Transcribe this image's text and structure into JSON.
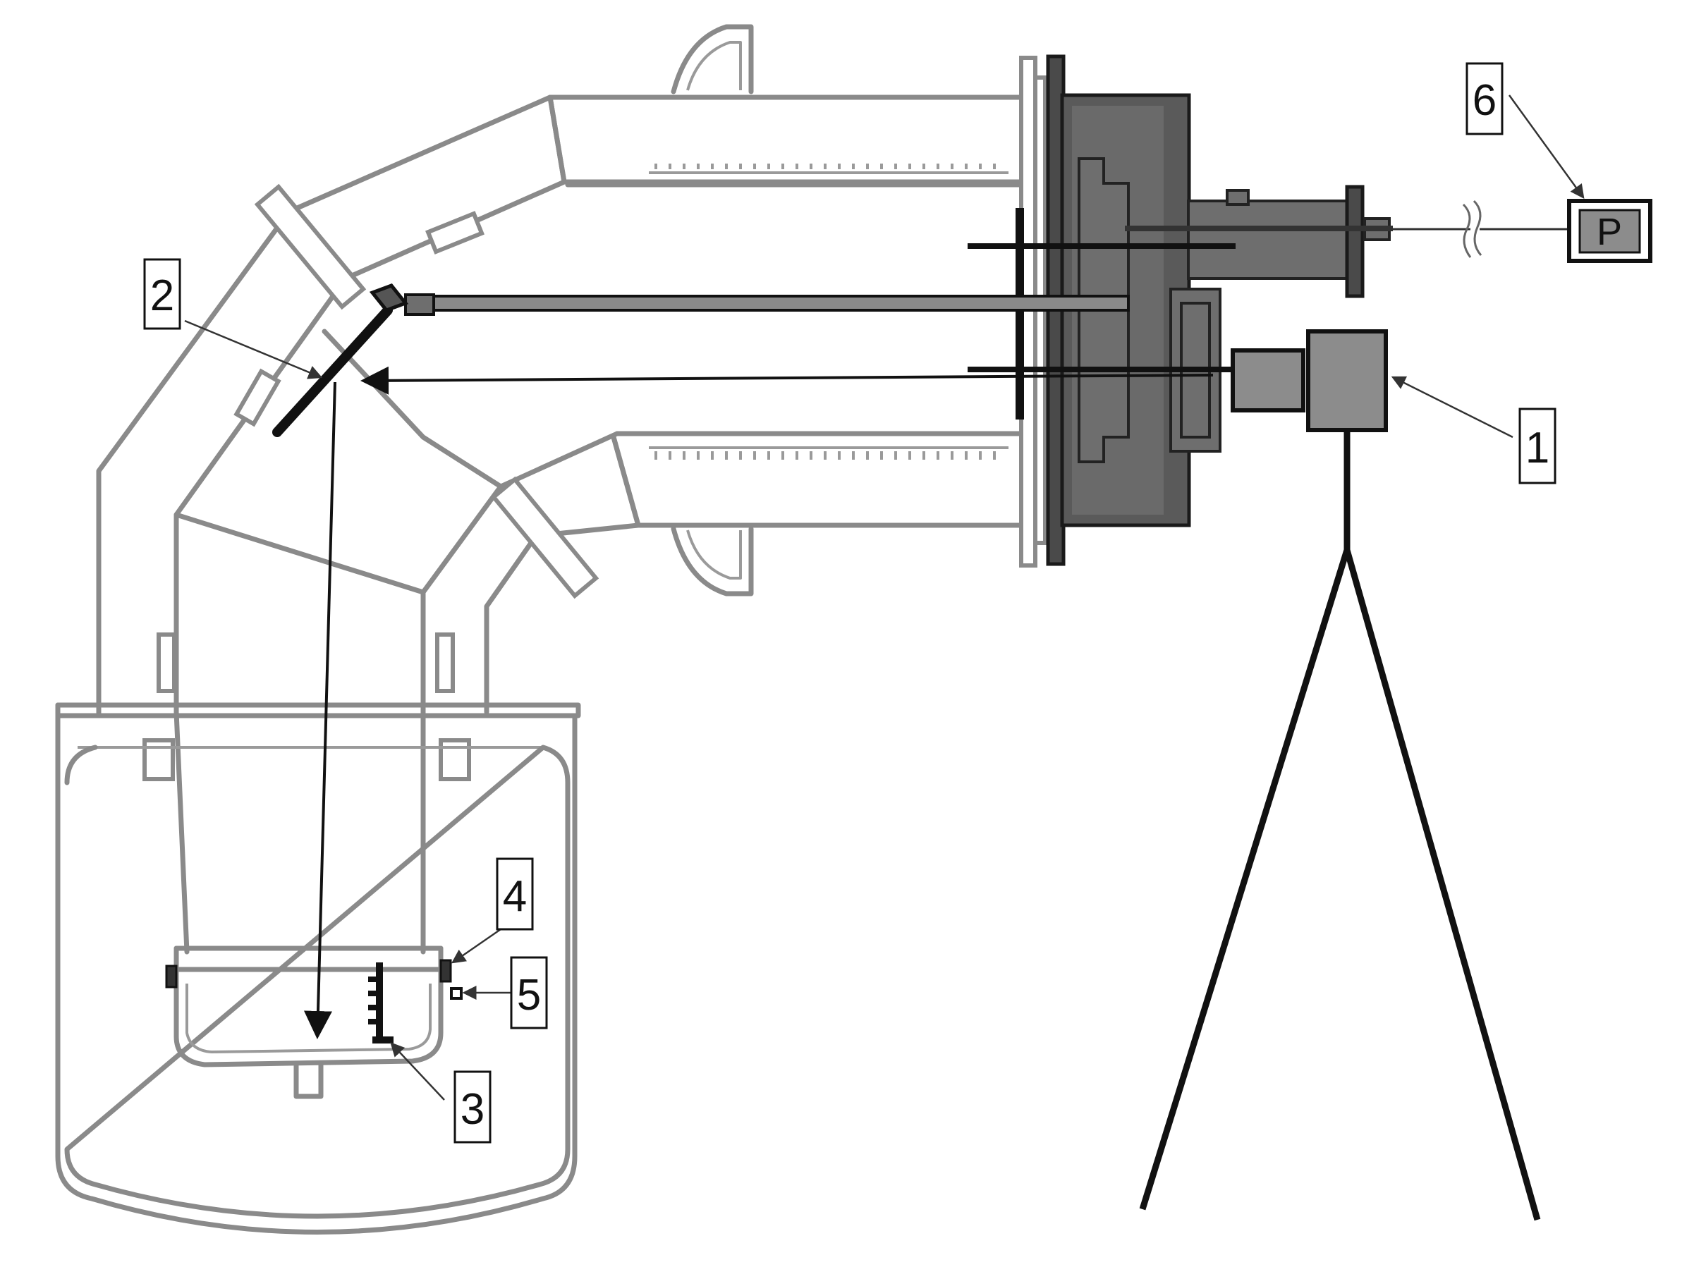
{
  "labels": {
    "camera": "1",
    "mirror": "2",
    "scale": "3",
    "sensor_upper": "4",
    "sensor_lower": "5",
    "pressure": "6"
  },
  "pressure_gauge_text": "P",
  "icons": {
    "mirror": "mirror-icon",
    "camera": "camera-icon",
    "tripod": "tripod-icon",
    "pressure_gauge": "pressure-gauge-icon",
    "flange": "flange-icon",
    "light_path": "arrow-icon"
  },
  "colors": {
    "vessel_outline": "#8a8a8a",
    "flange_dark": "#4a4a4a",
    "camera_body": "#8c8c8c",
    "lines": "#111111"
  }
}
